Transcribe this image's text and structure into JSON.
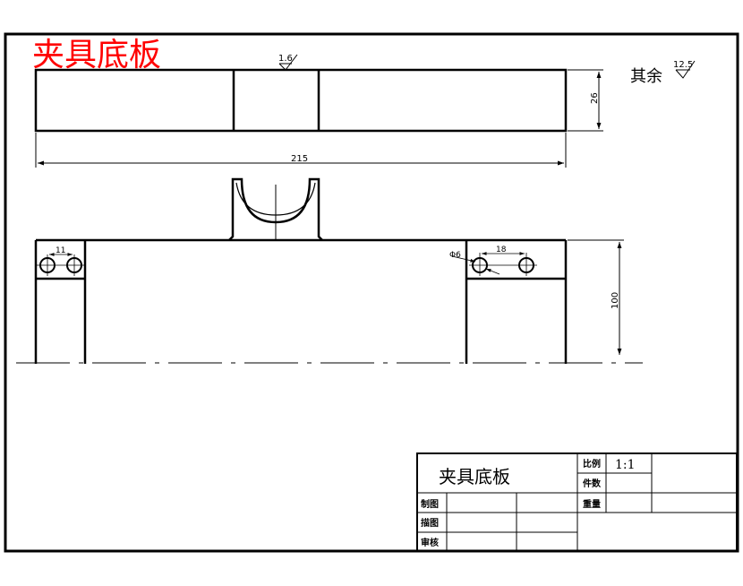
{
  "drawing_title": "夹具底板",
  "dimensions": {
    "top_view_height": "26",
    "top_view_length": "215",
    "front_view_height": "100",
    "left_hole_spacing": "11",
    "right_hole_spacing": "18",
    "hole_diameter": "Φ6"
  },
  "surface_finish": {
    "top_roughness": "1.6",
    "other_label": "其余",
    "other_roughness": "12.5"
  },
  "title_block": {
    "name": "夹具底板",
    "scale_label": "比例",
    "scale_value": "1:1",
    "quantity_label": "件数",
    "weight_label": "重量",
    "drawn_label": "制图",
    "traced_label": "描图",
    "checked_label": "审核"
  },
  "colors": {
    "line": "#000000",
    "title_red": "#ff0000"
  }
}
